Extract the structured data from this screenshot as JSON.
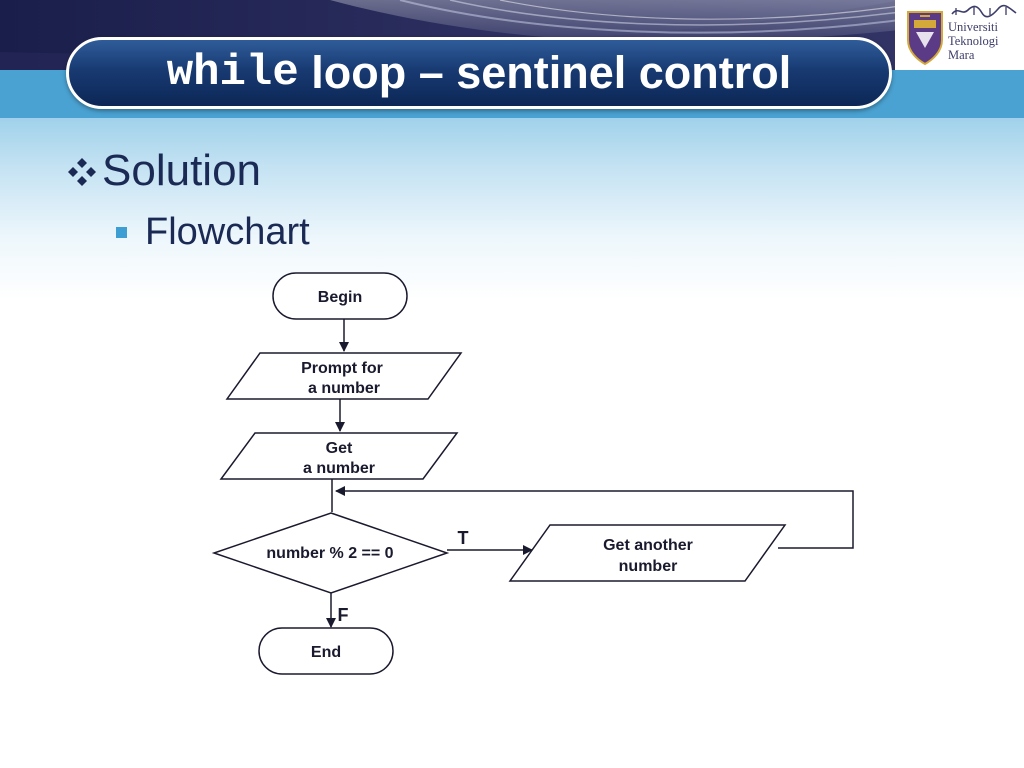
{
  "slide": {
    "title_code": "while",
    "title_rest": " loop – sentinel control",
    "logo": {
      "line1": "Universiti",
      "line2": "Teknologi",
      "line3": "Mara"
    },
    "bullets": [
      {
        "text": "Solution",
        "icon": "diamond-cluster-icon"
      },
      {
        "text": "Flowchart",
        "icon": "square-bullet-icon"
      }
    ],
    "colors": {
      "title_bg": "#183a72",
      "accent_blue": "#3d9ed3",
      "text_dark": "#1a2a55"
    }
  },
  "flowchart": {
    "begin": "Begin",
    "prompt": [
      "Prompt for",
      "a number"
    ],
    "get": [
      "Get",
      "a number"
    ],
    "condition": "number % 2 == 0",
    "true_label": "T",
    "false_label": "F",
    "get_another": [
      "Get another",
      "number"
    ],
    "end": "End"
  }
}
